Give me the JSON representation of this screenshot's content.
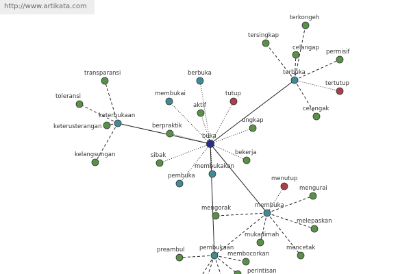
{
  "banner": {
    "url": "http://www.artikata.com"
  },
  "colors": {
    "green": "#5a9148",
    "teal": "#3f8c96",
    "red": "#a9404a",
    "center": "#2d2d8a"
  },
  "nodes": [
    {
      "id": "buka",
      "label": "buka",
      "color": "center"
    },
    {
      "id": "keterbukaan",
      "label": "keterbukaan",
      "color": "teal"
    },
    {
      "id": "terbuka",
      "label": "terbuka",
      "color": "teal"
    },
    {
      "id": "membuka",
      "label": "membuka",
      "color": "teal"
    },
    {
      "id": "pembukaan",
      "label": "pembukaan",
      "color": "teal"
    },
    {
      "id": "berbuka",
      "label": "berbuka",
      "color": "teal"
    },
    {
      "id": "membukai",
      "label": "membukai",
      "color": "teal"
    },
    {
      "id": "membukakan",
      "label": "membukakan",
      "color": "teal"
    },
    {
      "id": "pembuka",
      "label": "pembuka",
      "color": "teal"
    },
    {
      "id": "tutup",
      "label": "tutup",
      "color": "red"
    },
    {
      "id": "aktif",
      "label": "aktif",
      "color": "green"
    },
    {
      "id": "ungkap",
      "label": "ungkap",
      "color": "green"
    },
    {
      "id": "bekerja",
      "label": "bekerja",
      "color": "green"
    },
    {
      "id": "berpraktik",
      "label": "berpraktik",
      "color": "green"
    },
    {
      "id": "sibak",
      "label": "sibak",
      "color": "green"
    },
    {
      "id": "transparansi",
      "label": "transparansi",
      "color": "green"
    },
    {
      "id": "toleransi",
      "label": "toleransi",
      "color": "green"
    },
    {
      "id": "keterusterangan",
      "label": "keterusterangan",
      "color": "green"
    },
    {
      "id": "kelangsungan",
      "label": "kelangsungan",
      "color": "green"
    },
    {
      "id": "terkongeh",
      "label": "terkongeh",
      "color": "green"
    },
    {
      "id": "tersingkap",
      "label": "tersingkap",
      "color": "green"
    },
    {
      "id": "celangap",
      "label": "celangap",
      "color": "green"
    },
    {
      "id": "permisif",
      "label": "permisif",
      "color": "green"
    },
    {
      "id": "tertutup",
      "label": "tertutup",
      "color": "red"
    },
    {
      "id": "celangak",
      "label": "celangak",
      "color": "green"
    },
    {
      "id": "menutup",
      "label": "menutup",
      "color": "red"
    },
    {
      "id": "mengurai",
      "label": "mengurai",
      "color": "green"
    },
    {
      "id": "melepaskan",
      "label": "melepaskan",
      "color": "green"
    },
    {
      "id": "mencetak",
      "label": "mencetak",
      "color": "green"
    },
    {
      "id": "mukadimah",
      "label": "mukadimah",
      "color": "green"
    },
    {
      "id": "mengorak",
      "label": "mengorak",
      "color": "green"
    },
    {
      "id": "preambul",
      "label": "preambul",
      "color": "green"
    },
    {
      "id": "membocorkan",
      "label": "membocorkan",
      "color": "green"
    },
    {
      "id": "perintisan",
      "label": "perintisan",
      "color": "green"
    }
  ],
  "edges": [
    {
      "from": "buka",
      "to": "keterbukaan",
      "style": "solid"
    },
    {
      "from": "buka",
      "to": "terbuka",
      "style": "solid"
    },
    {
      "from": "buka",
      "to": "membuka",
      "style": "solid"
    },
    {
      "from": "buka",
      "to": "pembukaan",
      "style": "solid"
    },
    {
      "from": "buka",
      "to": "berbuka",
      "style": "dot"
    },
    {
      "from": "buka",
      "to": "membukai",
      "style": "dot"
    },
    {
      "from": "buka",
      "to": "tutup",
      "style": "dot"
    },
    {
      "from": "buka",
      "to": "aktif",
      "style": "dot"
    },
    {
      "from": "buka",
      "to": "ungkap",
      "style": "dot"
    },
    {
      "from": "buka",
      "to": "bekerja",
      "style": "dot"
    },
    {
      "from": "buka",
      "to": "berpraktik",
      "style": "dot"
    },
    {
      "from": "buka",
      "to": "sibak",
      "style": "dot"
    },
    {
      "from": "buka",
      "to": "membukakan",
      "style": "dot"
    },
    {
      "from": "buka",
      "to": "pembuka",
      "style": "dot"
    },
    {
      "from": "keterbukaan",
      "to": "transparansi",
      "style": "dash"
    },
    {
      "from": "keterbukaan",
      "to": "toleransi",
      "style": "dash"
    },
    {
      "from": "keterbukaan",
      "to": "keterusterangan",
      "style": "dash"
    },
    {
      "from": "keterbukaan",
      "to": "kelangsungan",
      "style": "dash"
    },
    {
      "from": "terbuka",
      "to": "terkongeh",
      "style": "dash"
    },
    {
      "from": "terbuka",
      "to": "tersingkap",
      "style": "dash"
    },
    {
      "from": "terbuka",
      "to": "celangap",
      "style": "dash"
    },
    {
      "from": "terbuka",
      "to": "permisif",
      "style": "dash"
    },
    {
      "from": "terbuka",
      "to": "tertutup",
      "style": "dot"
    },
    {
      "from": "terbuka",
      "to": "celangak",
      "style": "dash"
    },
    {
      "from": "membuka",
      "to": "menutup",
      "style": "dot"
    },
    {
      "from": "membuka",
      "to": "mengurai",
      "style": "dash"
    },
    {
      "from": "membuka",
      "to": "melepaskan",
      "style": "dash"
    },
    {
      "from": "membuka",
      "to": "mencetak",
      "style": "dash"
    },
    {
      "from": "membuka",
      "to": "mukadimah",
      "style": "dash"
    },
    {
      "from": "membuka",
      "to": "mengorak",
      "style": "dash"
    },
    {
      "from": "membuka",
      "to": "pembukaan",
      "style": "dash"
    },
    {
      "from": "pembukaan",
      "to": "preambul",
      "style": "dash"
    },
    {
      "from": "pembukaan",
      "to": "membocorkan",
      "style": "dash"
    },
    {
      "from": "pembukaan",
      "to": "perintisan",
      "style": "dash"
    }
  ]
}
